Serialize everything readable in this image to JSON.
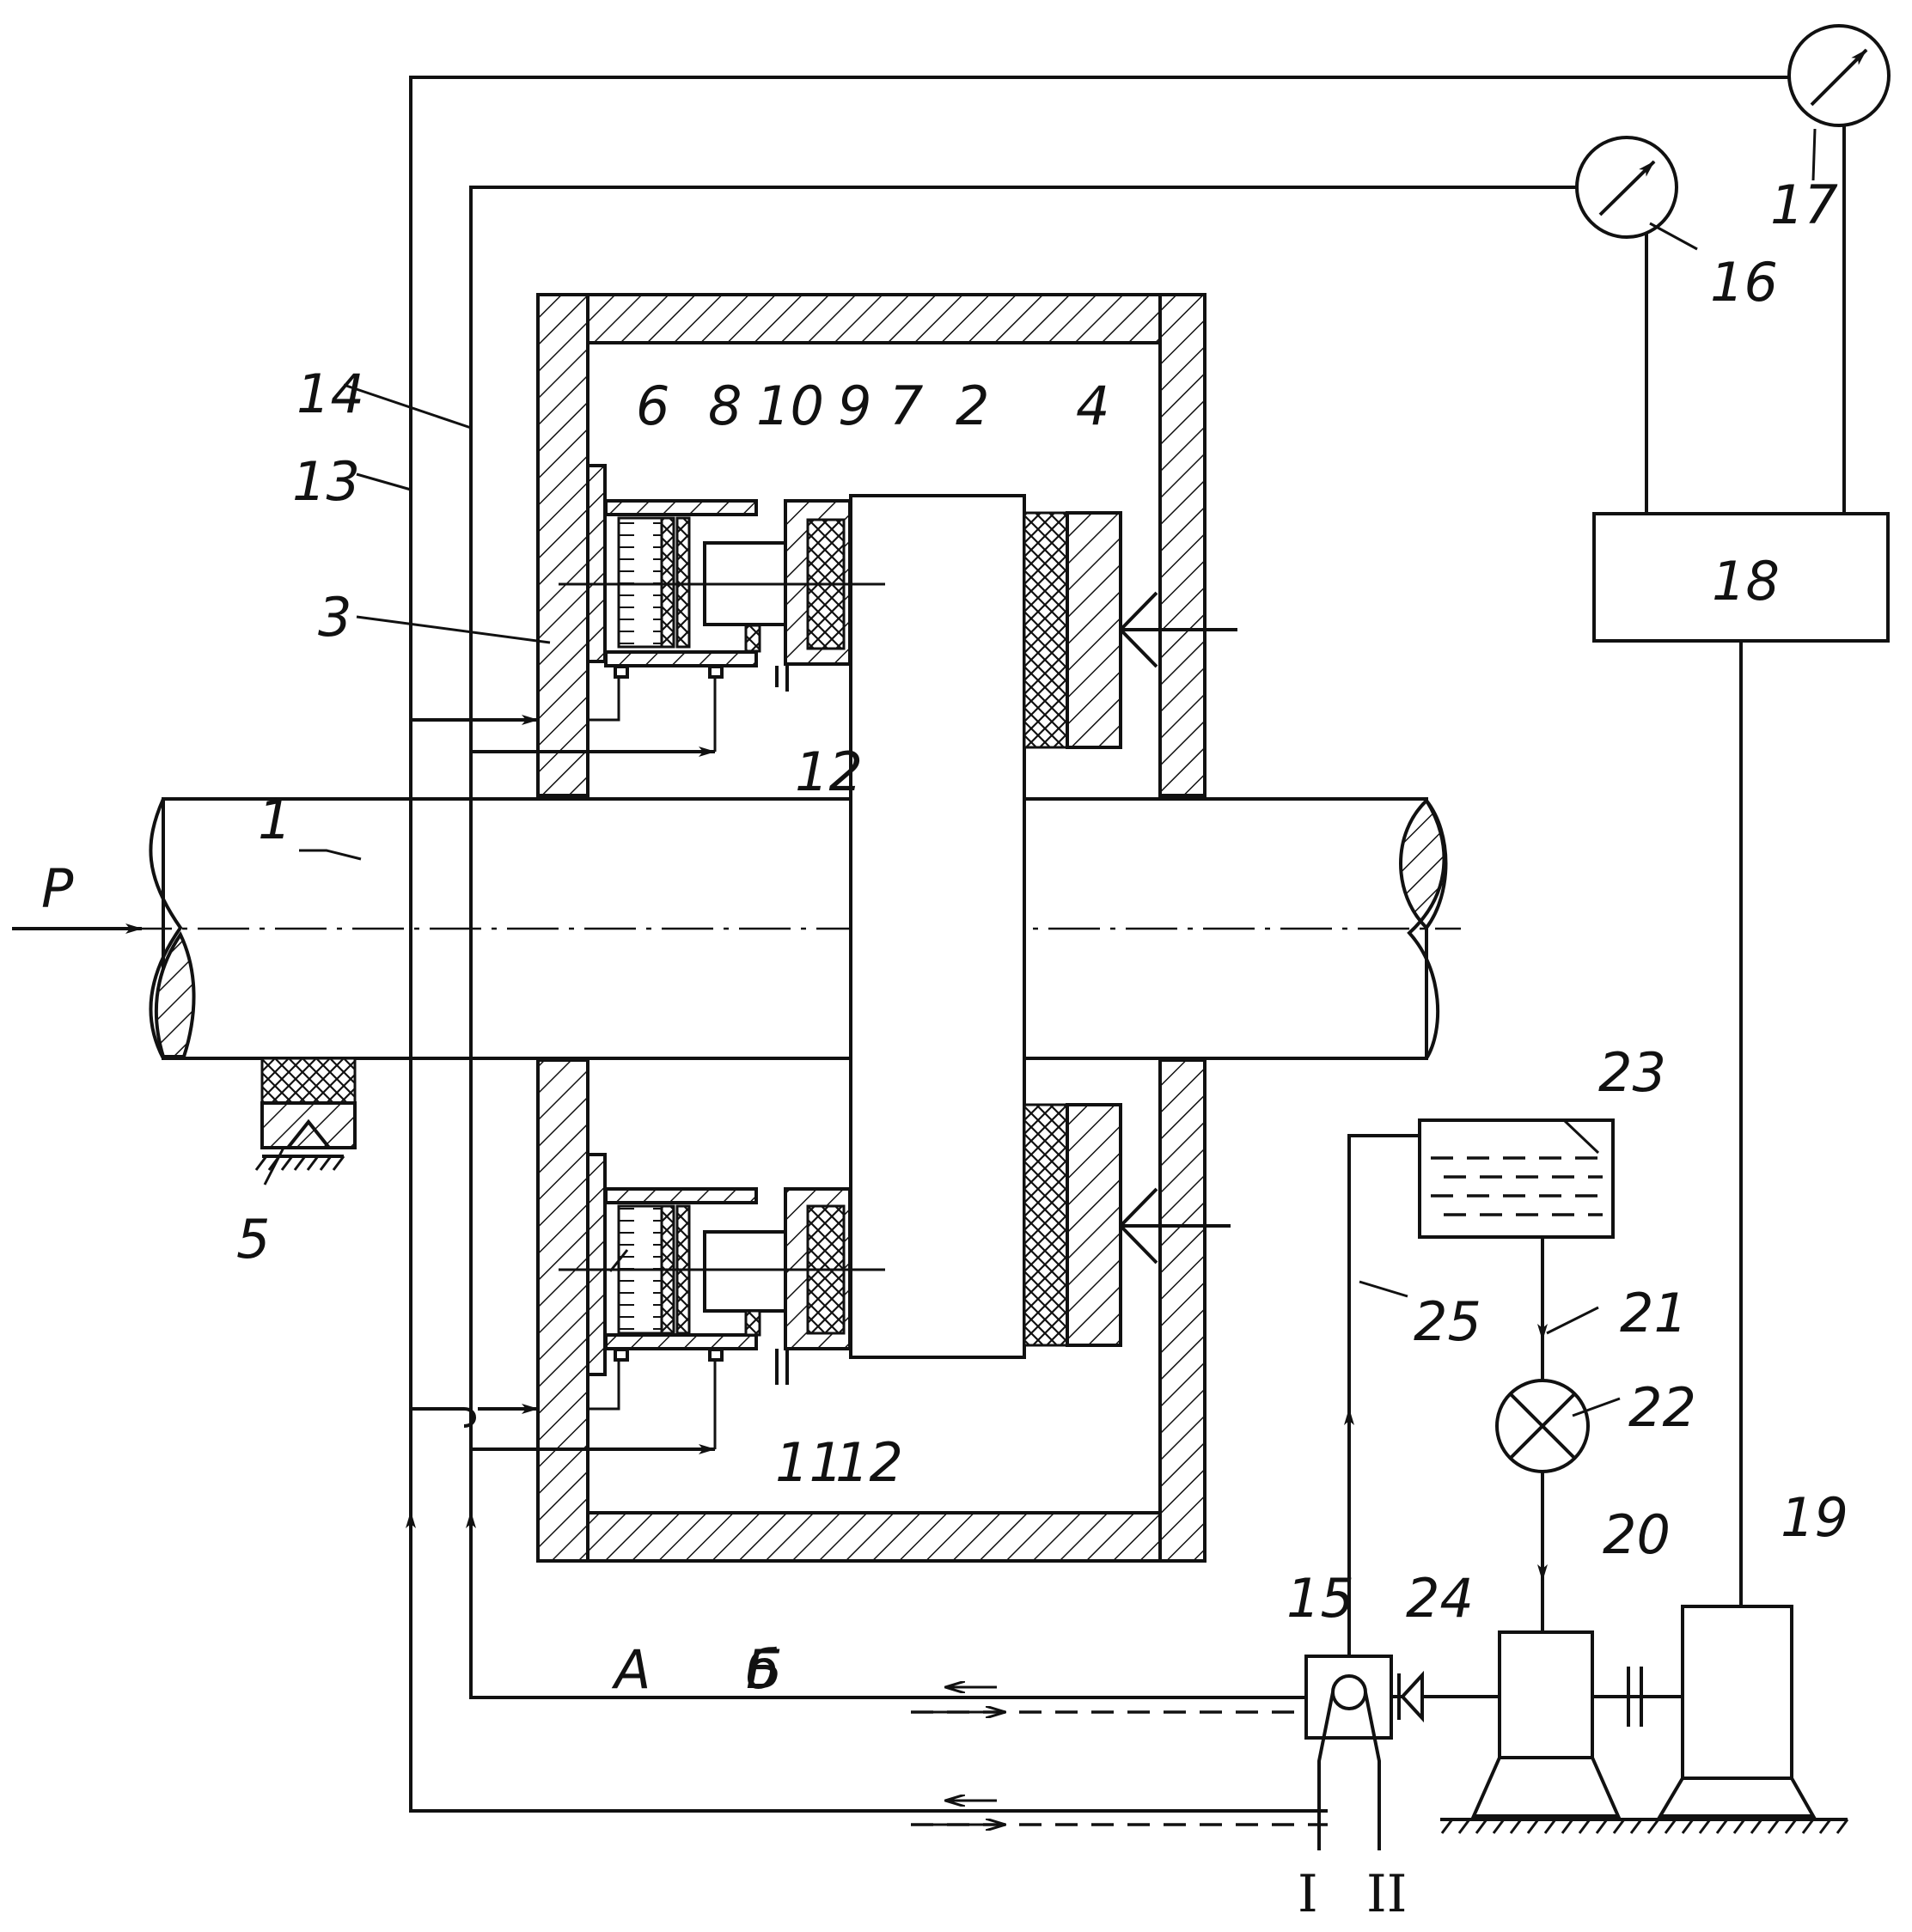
{
  "figure": {
    "force_label": "P",
    "part_labels": [
      {
        "id": "1",
        "text": "1"
      },
      {
        "id": "2",
        "text": "2"
      },
      {
        "id": "3",
        "text": "3"
      },
      {
        "id": "4",
        "text": "4"
      },
      {
        "id": "5",
        "text": "5"
      },
      {
        "id": "6a",
        "text": "6"
      },
      {
        "id": "6b",
        "text": "б"
      },
      {
        "id": "7",
        "text": "7"
      },
      {
        "id": "8",
        "text": "8"
      },
      {
        "id": "9",
        "text": "9"
      },
      {
        "id": "10",
        "text": "10"
      },
      {
        "id": "11",
        "text": "11"
      },
      {
        "id": "12a",
        "text": "12"
      },
      {
        "id": "12b",
        "text": "12"
      },
      {
        "id": "13",
        "text": "13"
      },
      {
        "id": "14",
        "text": "14"
      },
      {
        "id": "15",
        "text": "15"
      },
      {
        "id": "16",
        "text": "16"
      },
      {
        "id": "17",
        "text": "17"
      },
      {
        "id": "18",
        "text": "18"
      },
      {
        "id": "19",
        "text": "19"
      },
      {
        "id": "20",
        "text": "20"
      },
      {
        "id": "21",
        "text": "21"
      },
      {
        "id": "22",
        "text": "22"
      },
      {
        "id": "23",
        "text": "23"
      },
      {
        "id": "24",
        "text": "24"
      },
      {
        "id": "25",
        "text": "25"
      },
      {
        "id": "A",
        "text": "А"
      },
      {
        "id": "B",
        "text": "Б"
      }
    ],
    "port_labels": [
      "I",
      "II"
    ],
    "control_unit_label": "18"
  }
}
